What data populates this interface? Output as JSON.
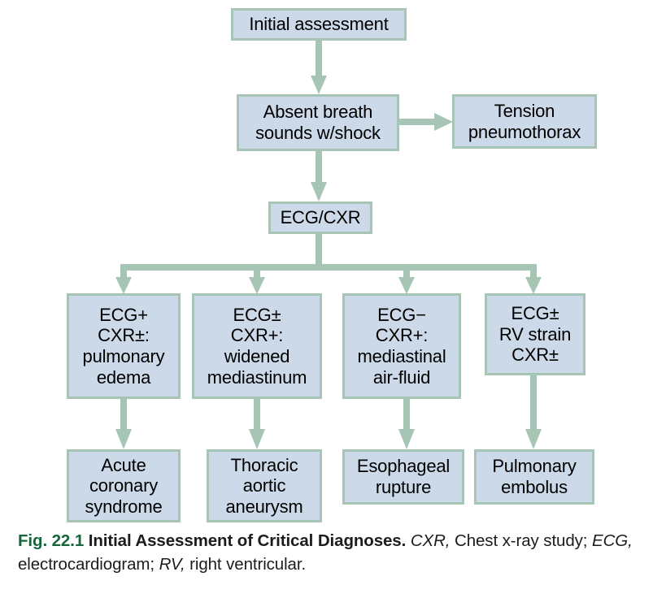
{
  "figure": {
    "number_label": "Fig. 22.1",
    "title": "Initial Assessment of Critical Diagnoses.",
    "legend_parts": [
      {
        "abbr": "CXR,",
        "text": " Chest x-ray study; "
      },
      {
        "abbr": "ECG,",
        "text": " electrocardiogram; "
      },
      {
        "abbr": "RV,",
        "text": " right ventricular."
      }
    ],
    "caption_plain": "Fig. 22.1 Initial Assessment of Critical Diagnoses. CXR, Chest x-ray study; ECG, electrocardiogram; RV, right ventricular."
  },
  "colors": {
    "node_fill": "#ccd9e8",
    "node_border": "#a6c5b5",
    "connector": "#a6c5b5",
    "figure_number": "#17653a",
    "text": "#000000",
    "caption_text": "#1c1c1c",
    "background": "#ffffff"
  },
  "diagram": {
    "type": "flowchart",
    "orientation": "top-to-bottom",
    "nodes": [
      {
        "id": "initial-assessment",
        "label": "Initial assessment",
        "row": 1
      },
      {
        "id": "absent-breath-sounds",
        "label": "Absent breath\nsounds w/shock",
        "row": 2
      },
      {
        "id": "tension-pneumothorax",
        "label": "Tension\npneumothorax",
        "row": 2
      },
      {
        "id": "ecg-cxr",
        "label": "ECG/CXR",
        "row": 3
      },
      {
        "id": "ecg-pos-cxr-pm-pulmonary-edema",
        "label": "ECG+\nCXR±:\npulmonary\nedema",
        "row": 4
      },
      {
        "id": "ecg-pm-cxr-pos-widened-mediastinum",
        "label": "ECG±\nCXR+:\nwidened\nmediastinum",
        "row": 4
      },
      {
        "id": "ecg-neg-cxr-pos-mediastinal-air-fluid",
        "label": "ECG−\nCXR+:\nmediastinal\nair-fluid",
        "row": 4
      },
      {
        "id": "ecg-pm-rv-strain-cxr-pm",
        "label": "ECG±\nRV strain\nCXR±",
        "row": 4
      },
      {
        "id": "acute-coronary-syndrome",
        "label": "Acute\ncoronary\nsyndrome",
        "row": 5
      },
      {
        "id": "thoracic-aortic-aneurysm",
        "label": "Thoracic\naortic\naneurysm",
        "row": 5
      },
      {
        "id": "esophageal-rupture",
        "label": "Esophageal\nrupture",
        "row": 5
      },
      {
        "id": "pulmonary-embolus",
        "label": "Pulmonary\nembolus",
        "row": 5
      }
    ],
    "edges": [
      {
        "from": "initial-assessment",
        "to": "absent-breath-sounds",
        "direction": "down"
      },
      {
        "from": "absent-breath-sounds",
        "to": "tension-pneumothorax",
        "direction": "right"
      },
      {
        "from": "absent-breath-sounds",
        "to": "ecg-cxr",
        "direction": "down"
      },
      {
        "from": "ecg-cxr",
        "to": "ecg-pos-cxr-pm-pulmonary-edema",
        "direction": "down-branch"
      },
      {
        "from": "ecg-cxr",
        "to": "ecg-pm-cxr-pos-widened-mediastinum",
        "direction": "down-branch"
      },
      {
        "from": "ecg-cxr",
        "to": "ecg-neg-cxr-pos-mediastinal-air-fluid",
        "direction": "down-branch"
      },
      {
        "from": "ecg-cxr",
        "to": "ecg-pm-rv-strain-cxr-pm",
        "direction": "down-branch"
      },
      {
        "from": "ecg-pos-cxr-pm-pulmonary-edema",
        "to": "acute-coronary-syndrome",
        "direction": "down"
      },
      {
        "from": "ecg-pm-cxr-pos-widened-mediastinum",
        "to": "thoracic-aortic-aneurysm",
        "direction": "down"
      },
      {
        "from": "ecg-neg-cxr-pos-mediastinal-air-fluid",
        "to": "esophageal-rupture",
        "direction": "down"
      },
      {
        "from": "ecg-pm-rv-strain-cxr-pm",
        "to": "pulmonary-embolus",
        "direction": "down"
      }
    ]
  }
}
